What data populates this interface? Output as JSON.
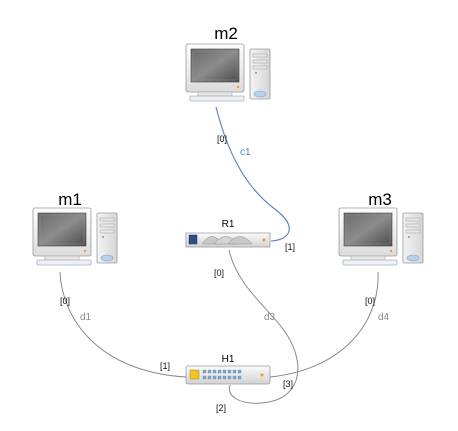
{
  "nodes": {
    "m2": {
      "label": "m2"
    },
    "m1": {
      "label": "m1"
    },
    "m3": {
      "label": "m3"
    },
    "r1": {
      "label": "R1"
    },
    "h1": {
      "label": "H1"
    }
  },
  "links": {
    "c1": {
      "label": "c1",
      "color": "#5b7fb8"
    },
    "d1": {
      "label": "d1",
      "color": "#8a8a8a"
    },
    "d3": {
      "label": "d3",
      "color": "#8a8a8a"
    },
    "d4": {
      "label": "d4",
      "color": "#8a8a8a"
    }
  },
  "ports": {
    "m2_0": "[0]",
    "r1_1": "[1]",
    "r1_0": "[0]",
    "m1_0": "[0]",
    "m3_0": "[0]",
    "h1_1": "[1]",
    "h1_3": "[3]",
    "h1_2": "[2]"
  }
}
